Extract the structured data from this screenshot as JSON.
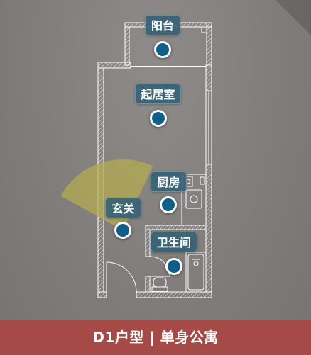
{
  "footer": {
    "title": "D1户型 | 单身公寓"
  },
  "hotspots": [
    {
      "label": "阳台"
    },
    {
      "label": "起居室"
    },
    {
      "label": "厨房"
    },
    {
      "label": "玄关"
    },
    {
      "label": "卫生间"
    }
  ],
  "theme": {
    "background": "#82807e",
    "footer": "#a64a47",
    "label_bg": "#3f6b7e",
    "dot": "#0e5f8a",
    "view_cone": "#b5ad4f",
    "plan_lines": "#ffffff"
  }
}
